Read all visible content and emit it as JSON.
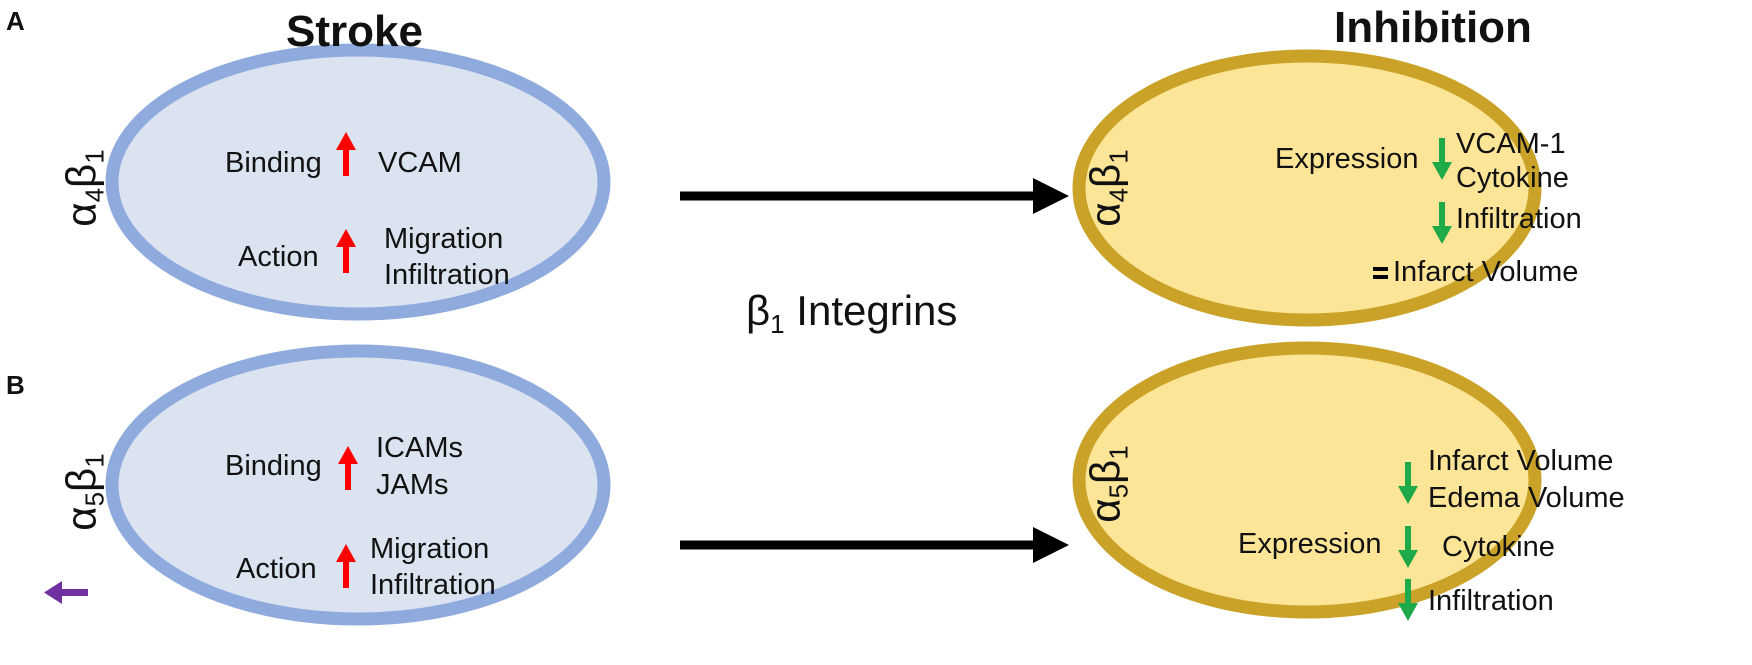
{
  "panels": {
    "a": "A",
    "b": "B"
  },
  "headings": {
    "left": "Stroke",
    "right": "Inhibition"
  },
  "center_label": {
    "greek": "β",
    "sub": "1",
    "text": " Integrins"
  },
  "colors": {
    "stroke_fill": "#dbe3f1",
    "stroke_border": "#8faadc",
    "inhibition_fill": "#fde598",
    "inhibition_border": "#c9a227",
    "up_arrow": "#ff0000",
    "down_arrow": "#1faa4a",
    "side_arrow": "#7030a0",
    "connector": "#000000"
  },
  "row_a": {
    "integrin": {
      "alpha": "α",
      "alpha_sub": "4",
      "beta": "β",
      "beta_sub": "1"
    },
    "stroke": {
      "binding_label": "Binding",
      "binding_target": "VCAM",
      "action_label": "Action",
      "action_items": [
        "Migration",
        "Infiltration"
      ]
    },
    "inhibition": {
      "expression_label": "Expression",
      "expression_items": [
        "VCAM-1",
        "Cytokine"
      ],
      "infiltration": "Infiltration",
      "equals": "=",
      "infarct": "Infarct Volume"
    }
  },
  "row_b": {
    "integrin": {
      "alpha": "α",
      "alpha_sub": "5",
      "beta": "β",
      "beta_sub": "1"
    },
    "stroke": {
      "binding_label": "Binding",
      "binding_targets": [
        "ICAMs",
        "JAMs"
      ],
      "action_label": "Action",
      "action_items": [
        "Migration",
        "Infiltration"
      ]
    },
    "inhibition": {
      "volumes": [
        "Infarct Volume",
        "Edema Volume"
      ],
      "expression_label": "Expression",
      "cytokine": "Cytokine",
      "infiltration": "Infiltration"
    }
  }
}
